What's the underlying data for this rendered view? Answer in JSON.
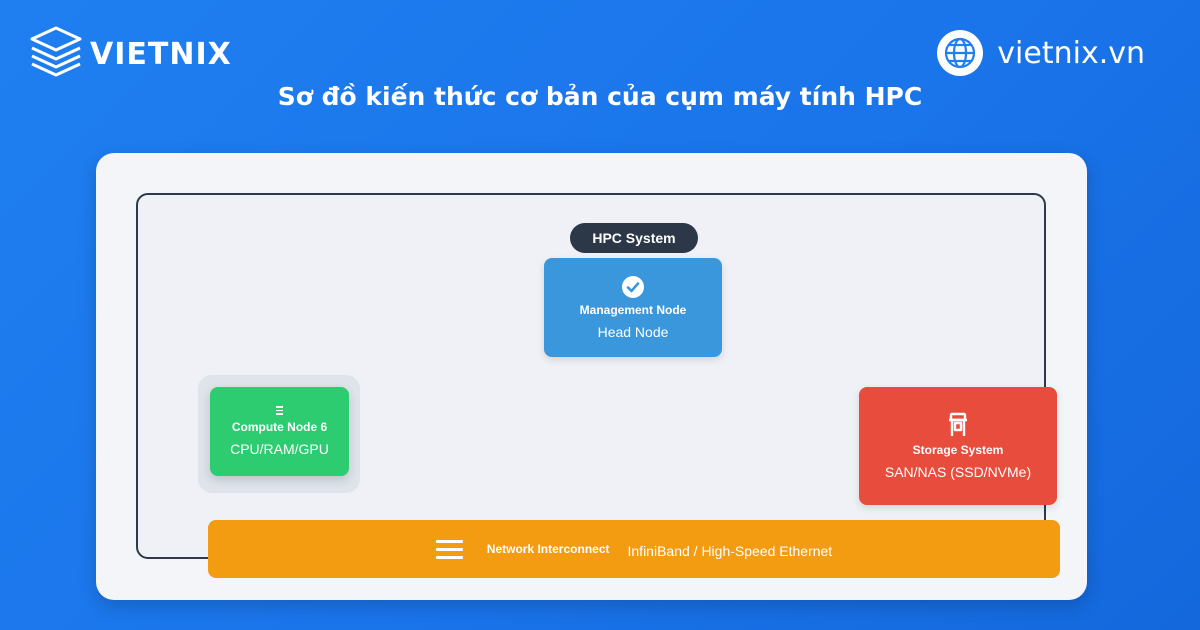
{
  "brand": {
    "name": "VIETNIX",
    "site": "vietnix.vn"
  },
  "title": "Sơ đồ kiến thức cơ bản của cụm máy tính HPC",
  "diagram": {
    "system_label": "HPC System",
    "management": {
      "name": "Management Node",
      "sub": "Head Node",
      "icon": "check-circle-icon",
      "color": "#3a97dc"
    },
    "compute": {
      "name": "Compute Node 6",
      "sub": "CPU/RAM/GPU",
      "icon": "menu-icon",
      "color": "#2ecc71"
    },
    "storage": {
      "name": "Storage System",
      "sub": "SAN/NAS (SSD/NVMe)",
      "icon": "storage-icon",
      "color": "#e74c3c"
    },
    "network": {
      "name": "Network Interconnect",
      "sub": "InfiniBand / High-Speed Ethernet",
      "icon": "menu-icon",
      "color": "#f39c12"
    }
  }
}
